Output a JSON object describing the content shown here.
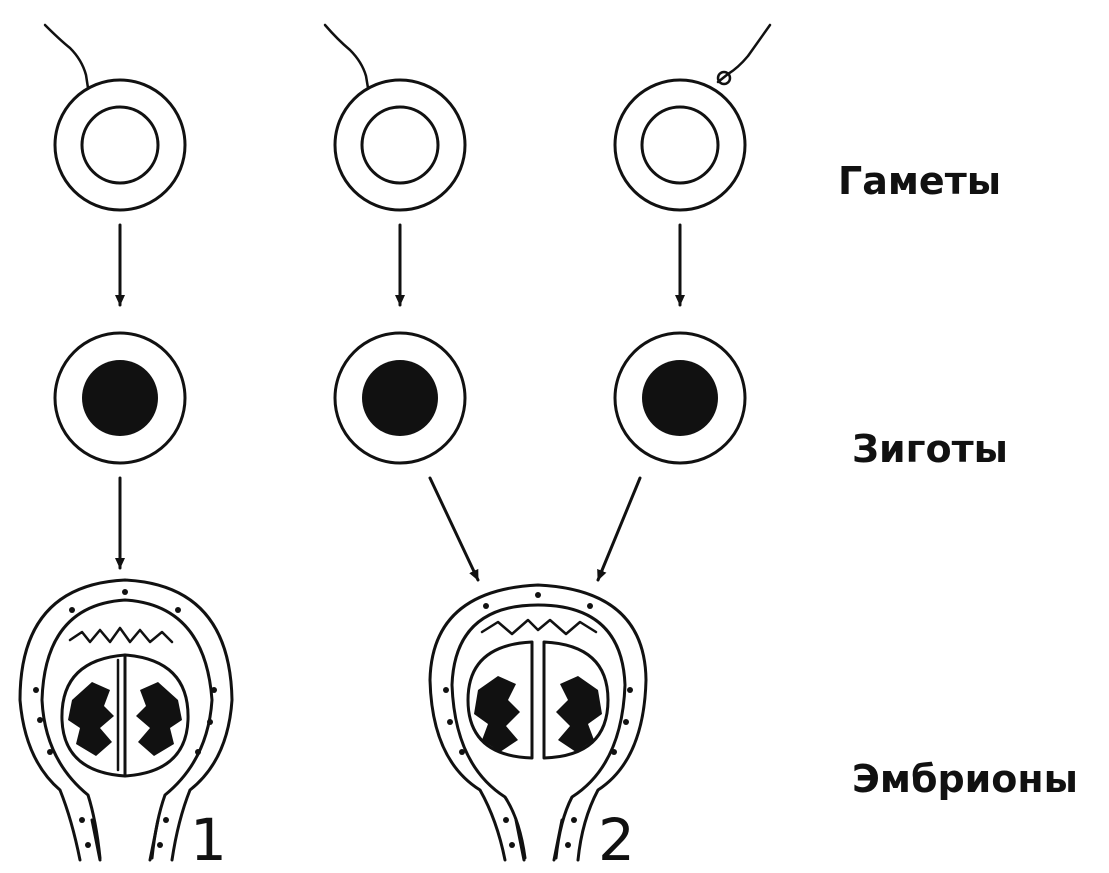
{
  "rows": {
    "gametes": "Гаметы",
    "zygotes": "Зиготы",
    "embryos": "Эмбрионы"
  },
  "embryo_numbers": {
    "first": "1",
    "second": "2"
  },
  "colors": {
    "ink": "#111111",
    "background": "#ffffff"
  }
}
